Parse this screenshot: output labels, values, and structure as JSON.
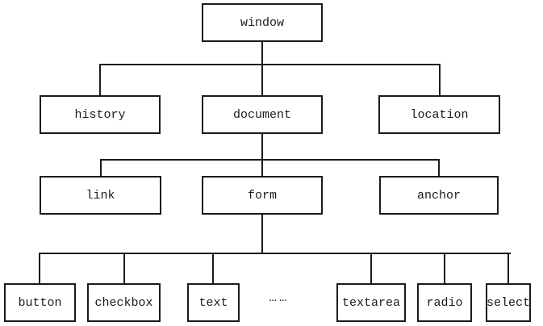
{
  "diagram": {
    "type": "tree",
    "colors": {
      "line": "#1b1b1b",
      "background": "#ffffff"
    },
    "nodes": [
      {
        "id": "window",
        "label": "window"
      },
      {
        "id": "history",
        "label": "history"
      },
      {
        "id": "document",
        "label": "document"
      },
      {
        "id": "location",
        "label": "location"
      },
      {
        "id": "link",
        "label": "link"
      },
      {
        "id": "form",
        "label": "form"
      },
      {
        "id": "anchor",
        "label": "anchor"
      },
      {
        "id": "button",
        "label": "button"
      },
      {
        "id": "checkbox",
        "label": "checkbox"
      },
      {
        "id": "text",
        "label": "text"
      },
      {
        "id": "textarea",
        "label": "textarea"
      },
      {
        "id": "radio",
        "label": "radio"
      },
      {
        "id": "select",
        "label": "select"
      }
    ],
    "edges": [
      [
        "window",
        "history"
      ],
      [
        "window",
        "document"
      ],
      [
        "window",
        "location"
      ],
      [
        "document",
        "link"
      ],
      [
        "document",
        "form"
      ],
      [
        "document",
        "anchor"
      ],
      [
        "form",
        "button"
      ],
      [
        "form",
        "checkbox"
      ],
      [
        "form",
        "text"
      ],
      [
        "form",
        "textarea"
      ],
      [
        "form",
        "radio"
      ],
      [
        "form",
        "select"
      ]
    ],
    "ellipsis_label": "……"
  }
}
